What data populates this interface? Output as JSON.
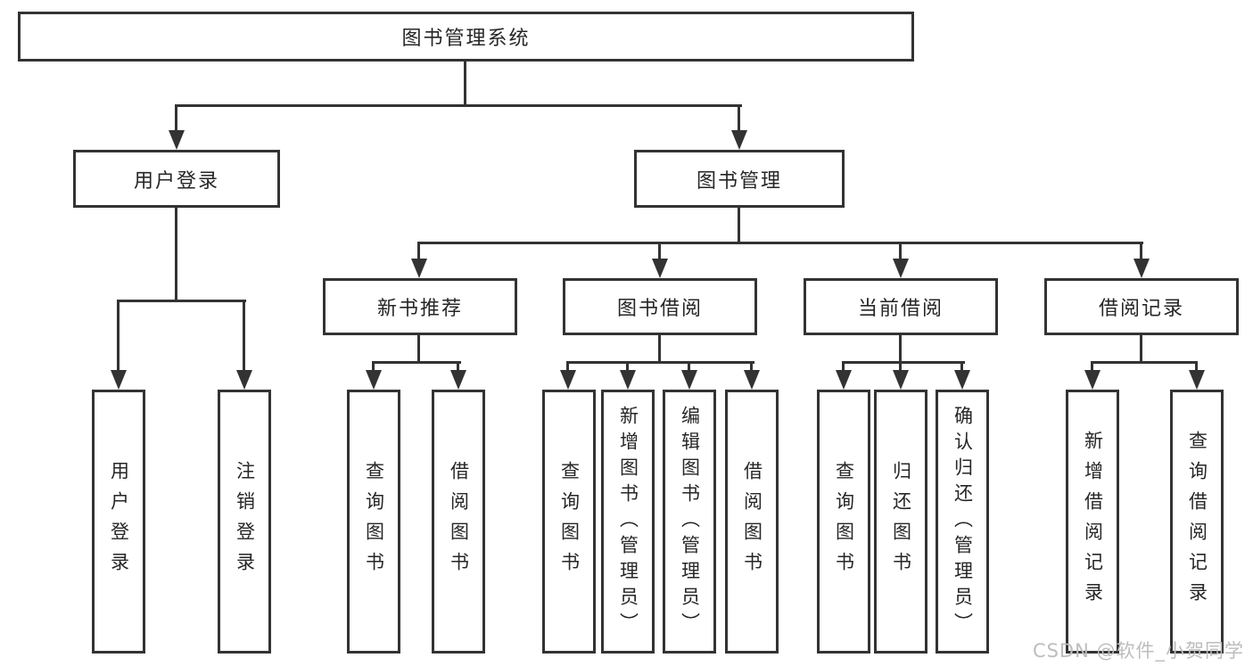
{
  "colors": {
    "line": "#333333",
    "text": "#262626",
    "box_bg": "#ffffff",
    "page_bg": "#ffffff",
    "watermark": "#bdbdbd"
  },
  "root": {
    "label": "图书管理系统"
  },
  "branches": [
    {
      "label": "用户登录",
      "leaves": [
        {
          "label": "用户登录"
        },
        {
          "label": "注销登录"
        }
      ]
    },
    {
      "label": "图书管理",
      "groups": [
        {
          "label": "新书推荐",
          "leaves": [
            {
              "label": "查询图书"
            },
            {
              "label": "借阅图书"
            }
          ]
        },
        {
          "label": "图书借阅",
          "leaves": [
            {
              "label": "查询图书"
            },
            {
              "label": "新增图书（管理员）"
            },
            {
              "label": "编辑图书（管理员）"
            },
            {
              "label": "借阅图书"
            }
          ]
        },
        {
          "label": "当前借阅",
          "leaves": [
            {
              "label": "查询图书"
            },
            {
              "label": "归还图书"
            },
            {
              "label": "确认归还（管理员）"
            }
          ]
        },
        {
          "label": "借阅记录",
          "leaves": [
            {
              "label": "新增借阅记录"
            },
            {
              "label": "查询借阅记录"
            }
          ]
        }
      ]
    }
  ],
  "watermark": {
    "text": "CSDN @软件_小贺同学"
  }
}
